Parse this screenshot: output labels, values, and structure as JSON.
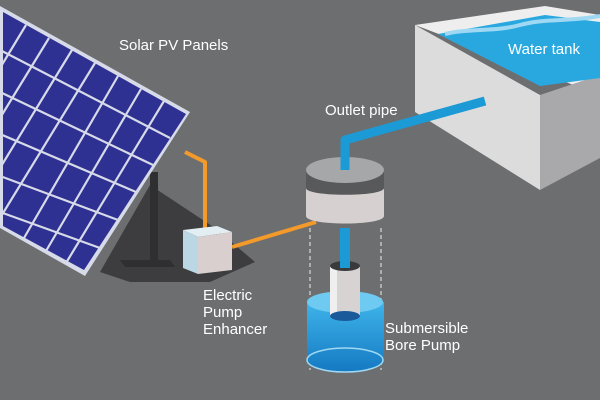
{
  "labels": {
    "solar_panels": "Solar PV Panels",
    "water_tank": "Water tank",
    "outlet_pipe": "Outlet pipe",
    "pump_enhancer": "Electric\nPump\nEnhancer",
    "bore_pump": "Submersible\nBore Pump"
  },
  "colors": {
    "background": "#6d6e70",
    "panel_blue": "#2e3191",
    "panel_frame": "#d7dae8",
    "tank_water": "#29a8e0",
    "pipe_blue": "#1b9ad6",
    "cable_orange": "#f39a2b",
    "shadow": "#3d3d3f",
    "pump_body": "#d7d3d2"
  }
}
